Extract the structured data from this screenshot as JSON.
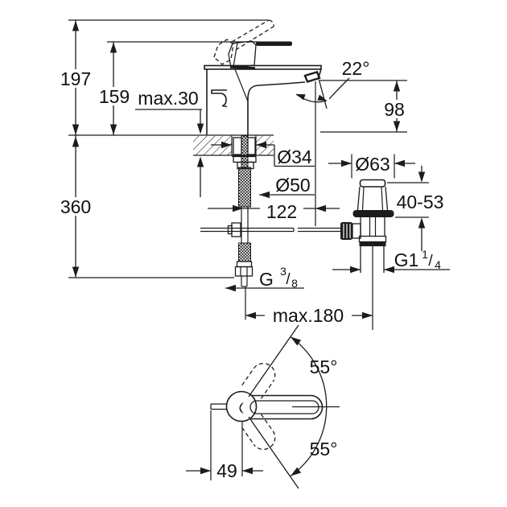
{
  "drawing": {
    "background": "#ffffff",
    "line_color": "#1c1c1c",
    "text_color": "#111111"
  },
  "side_view": {
    "total_height": "197",
    "spout_tip_height": "159",
    "max_deck_thickness": "max.30",
    "spray_angle": "22°",
    "outlet_height": "98",
    "below_deck_length": "360",
    "shank_hole_diameter": "Ø34",
    "base_diameter": "Ø50",
    "spout_reach": "122",
    "supply_thread": {
      "prefix": "G",
      "numerator": "3",
      "slash": "/",
      "denominator": "8"
    }
  },
  "waste_set": {
    "flange_diameter": "Ø63",
    "deck_thickness_range": "40-53",
    "outlet_thread": {
      "prefix": "G1",
      "numerator": "1",
      "slash": "/",
      "denominator": "4"
    },
    "rod_to_waste_distance": "max.180"
  },
  "top_view": {
    "handle_swing_upper": "55°",
    "handle_swing_lower": "55°",
    "handle_center_offset": "49"
  }
}
